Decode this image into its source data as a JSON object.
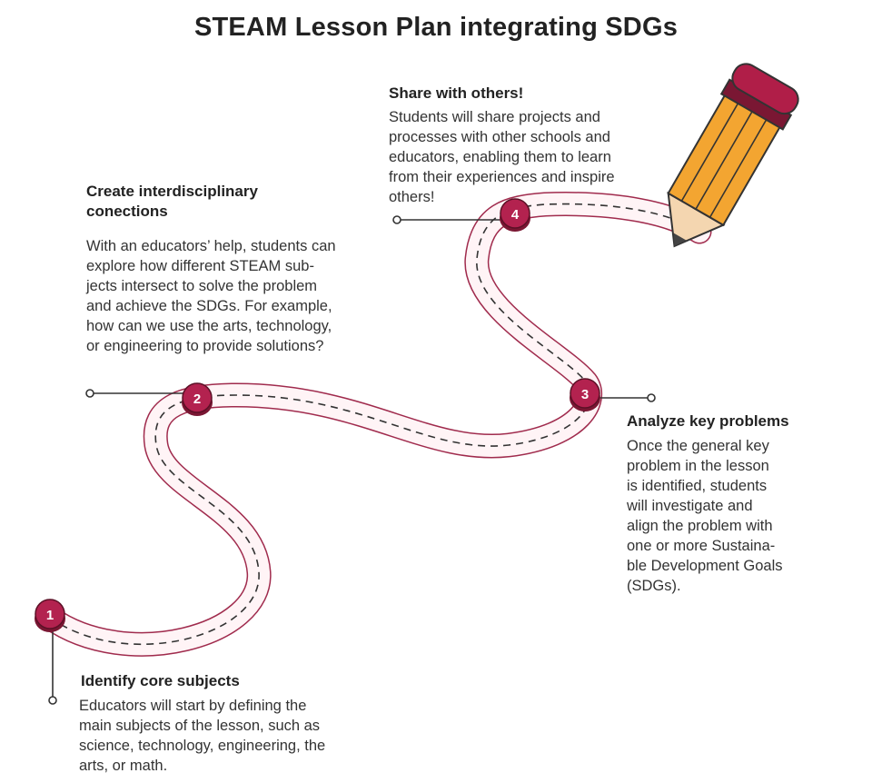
{
  "title": "STEAM Lesson Plan integrating SDGs",
  "colors": {
    "road": "#a02b4d",
    "marker": "#b3224f",
    "pencil_body": "#f3a531",
    "pencil_tip": "#f4d6b0",
    "eraser": "#b01e48"
  },
  "steps": [
    {
      "number": "1",
      "heading": "Identify core subjects",
      "body": "Educators will start by defining the\nmain subjects of the lesson, such as\nscience, technology, engineering, the\narts, or math."
    },
    {
      "number": "2",
      "heading": "Create interdisciplinary\nconections",
      "body": "With an educators’ help, students can\nexplore how different STEAM sub-\njects intersect to solve the problem\nand achieve the SDGs. For example,\nhow can we use the arts, technology,\nor engineering to provide solutions?"
    },
    {
      "number": "3",
      "heading": "Analyze key problems",
      "body": "Once the general key\nproblem in the lesson\nis identified, students\nwill investigate and\nalign the problem with\none or more Sustaina-\nble Development Goals\n(SDGs)."
    },
    {
      "number": "4",
      "heading": "Share with others!",
      "body": "Students will share projects and\nprocesses with other schools and\neducators, enabling them to learn\nfrom their experiences and inspire\nothers!"
    }
  ]
}
